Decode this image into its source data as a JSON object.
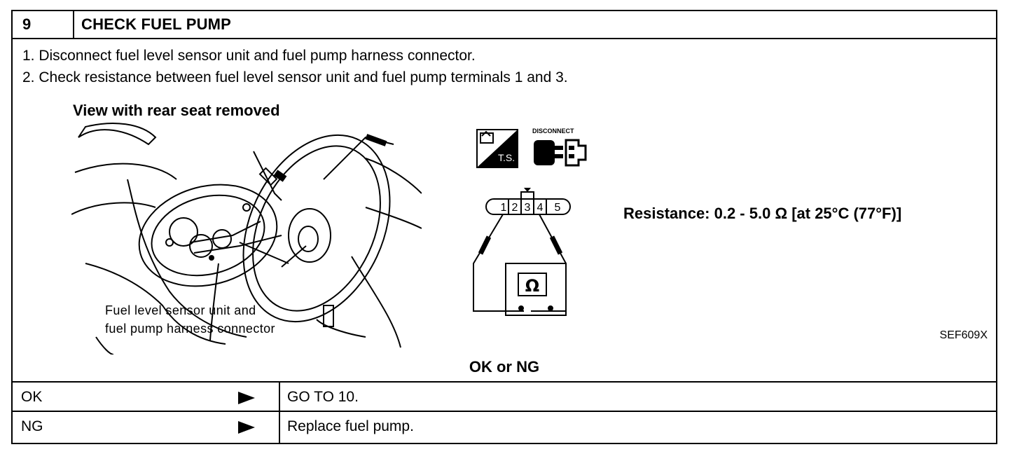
{
  "header": {
    "step_number": "9",
    "title": "CHECK FUEL PUMP"
  },
  "steps": [
    "1.  Disconnect fuel level sensor unit and fuel pump harness connector.",
    "2.  Check resistance between fuel level sensor unit and fuel pump terminals 1 and 3."
  ],
  "figure": {
    "view_label": "View with rear seat removed",
    "callout_line1": "Fuel level sensor unit and",
    "callout_line2": "fuel pump harness connector",
    "ts_badge": "T.S.",
    "disconnect_badge": "DISCONNECT",
    "connector_terminals": [
      "1",
      "2",
      "3",
      "4",
      "5"
    ],
    "meter_symbol": "Ω",
    "resistance_spec": "Resistance: 0.2 - 5.0 Ω [at 25°C (77°F)]",
    "figure_code": "SEF609X"
  },
  "result_prompt": "OK or NG",
  "results": [
    {
      "label": "OK",
      "action": "GO TO 10."
    },
    {
      "label": "NG",
      "action": "Replace fuel pump."
    }
  ]
}
